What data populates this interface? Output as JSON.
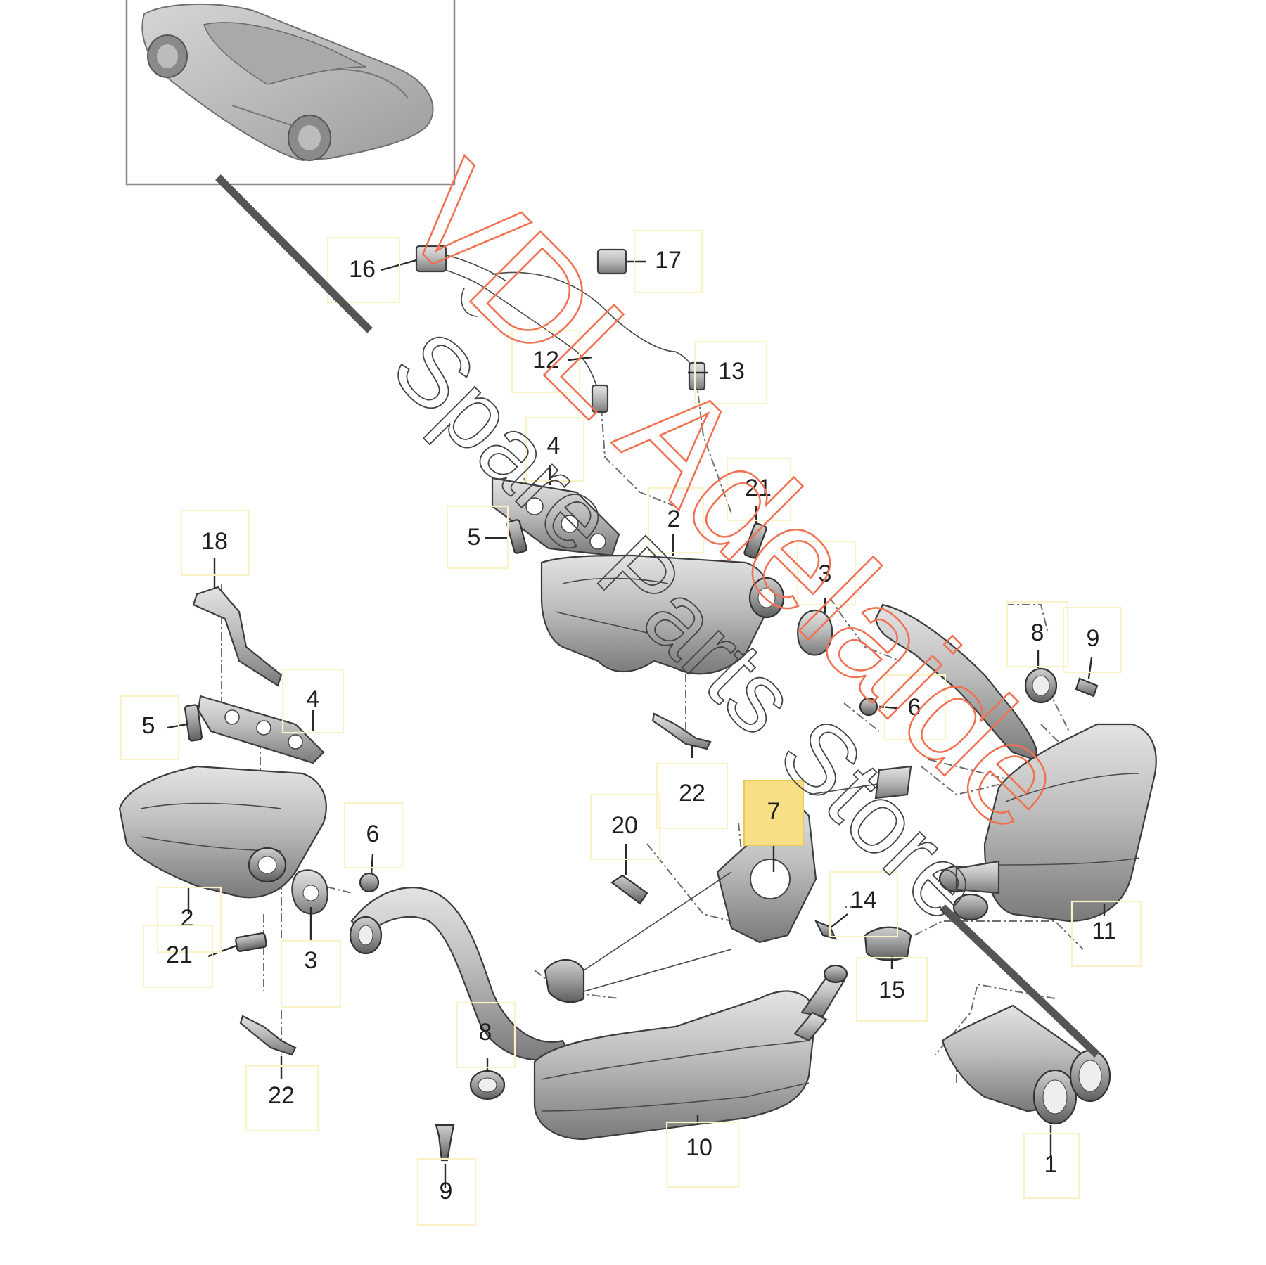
{
  "watermark": {
    "line1": "VDL Adelaide",
    "line2": "Spare Parts Store",
    "line1_color": "#f07050",
    "line2_color": "#444444"
  },
  "callouts": [
    {
      "label": "16"
    },
    {
      "label": "17"
    },
    {
      "label": "12"
    },
    {
      "label": "13"
    },
    {
      "label": "4"
    },
    {
      "label": "5"
    },
    {
      "label": "2"
    },
    {
      "label": "21"
    },
    {
      "label": "3"
    },
    {
      "label": "18"
    },
    {
      "label": "4"
    },
    {
      "label": "5"
    },
    {
      "label": "8"
    },
    {
      "label": "9"
    },
    {
      "label": "6"
    },
    {
      "label": "22"
    },
    {
      "label": "7"
    },
    {
      "label": "20"
    },
    {
      "label": "6"
    },
    {
      "label": "2"
    },
    {
      "label": "21"
    },
    {
      "label": "3"
    },
    {
      "label": "14"
    },
    {
      "label": "11"
    },
    {
      "label": "15"
    },
    {
      "label": "22"
    },
    {
      "label": "8"
    },
    {
      "label": "10"
    },
    {
      "label": "9"
    },
    {
      "label": "1"
    }
  ],
  "highlighted_callout": "7",
  "colors": {
    "callout_box_border": "#fbf2c8",
    "callout_highlight": "#f8df86",
    "part_fill": "#b8b8b8"
  }
}
